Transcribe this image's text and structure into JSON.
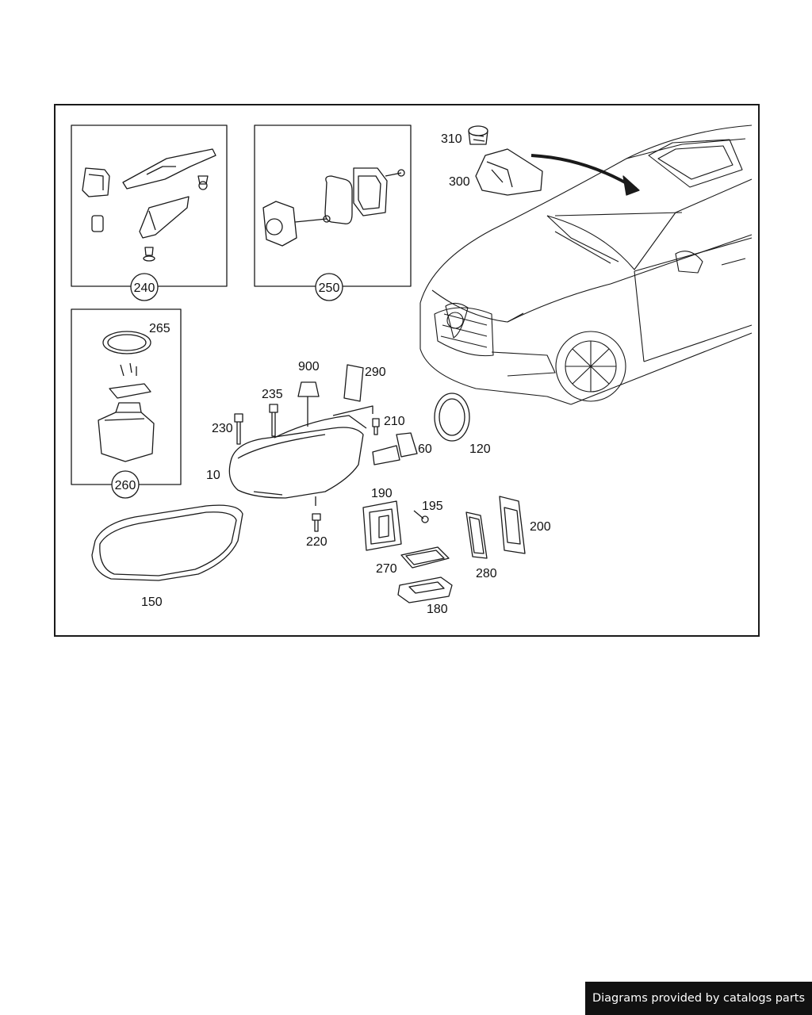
{
  "footer": {
    "text": "Diagrams provided by catalogs parts"
  },
  "callouts": {
    "c240": "240",
    "c250": "250",
    "c260": "260",
    "c265": "265",
    "c310": "310",
    "c300": "300",
    "c900": "900",
    "c290": "290",
    "c235": "235",
    "c230": "230",
    "c210": "210",
    "c60": "60",
    "c120": "120",
    "c10": "10",
    "c190": "190",
    "c195": "195",
    "c200": "200",
    "c220": "220",
    "c270": "270",
    "c280": "280",
    "c150": "150",
    "c180": "180"
  }
}
